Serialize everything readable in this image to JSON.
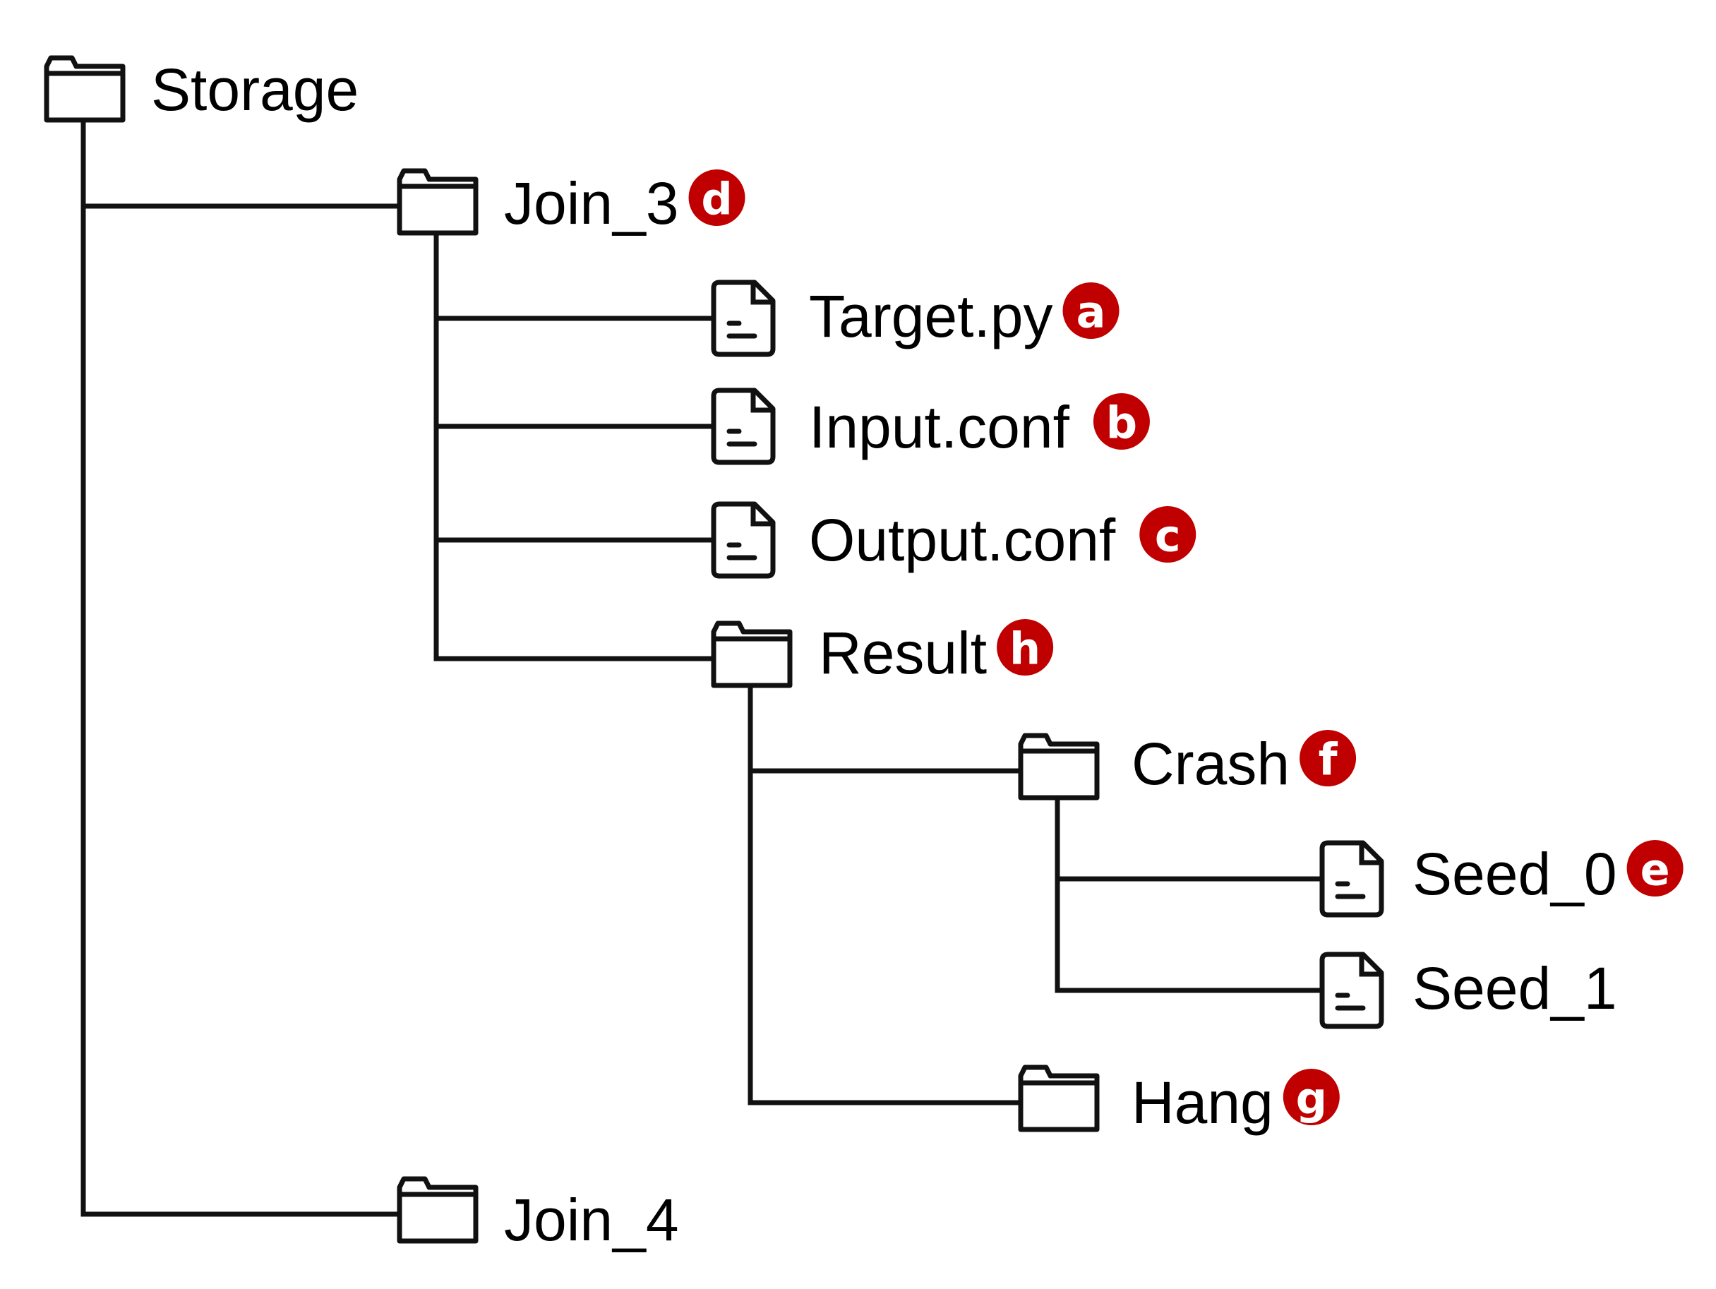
{
  "colors": {
    "line": "#111111",
    "text": "#000000",
    "badge": "#c00000",
    "badge_text": "#ffffff"
  },
  "nodes": [
    {
      "id": "storage",
      "type": "folder",
      "label": "Storage",
      "badge": ""
    },
    {
      "id": "join3",
      "type": "folder",
      "label": "Join_3",
      "badge": "d"
    },
    {
      "id": "target-py",
      "type": "file",
      "label": "Target.py",
      "badge": "a"
    },
    {
      "id": "input-conf",
      "type": "file",
      "label": "Input.conf",
      "badge": "b"
    },
    {
      "id": "output-conf",
      "type": "file",
      "label": "Output.conf",
      "badge": "c"
    },
    {
      "id": "result",
      "type": "folder",
      "label": "Result",
      "badge": "h"
    },
    {
      "id": "crash",
      "type": "folder",
      "label": "Crash",
      "badge": "f"
    },
    {
      "id": "seed0",
      "type": "file",
      "label": "Seed_0",
      "badge": "e"
    },
    {
      "id": "seed1",
      "type": "file",
      "label": "Seed_1",
      "badge": ""
    },
    {
      "id": "hang",
      "type": "folder",
      "label": "Hang",
      "badge": "g"
    },
    {
      "id": "join4",
      "type": "folder",
      "label": "Join_4",
      "badge": ""
    }
  ],
  "edges": [
    [
      "storage",
      "join3"
    ],
    [
      "join3",
      "target-py"
    ],
    [
      "join3",
      "input-conf"
    ],
    [
      "join3",
      "output-conf"
    ],
    [
      "join3",
      "result"
    ],
    [
      "result",
      "crash"
    ],
    [
      "crash",
      "seed0"
    ],
    [
      "crash",
      "seed1"
    ],
    [
      "result",
      "hang"
    ],
    [
      "storage",
      "join4"
    ]
  ]
}
